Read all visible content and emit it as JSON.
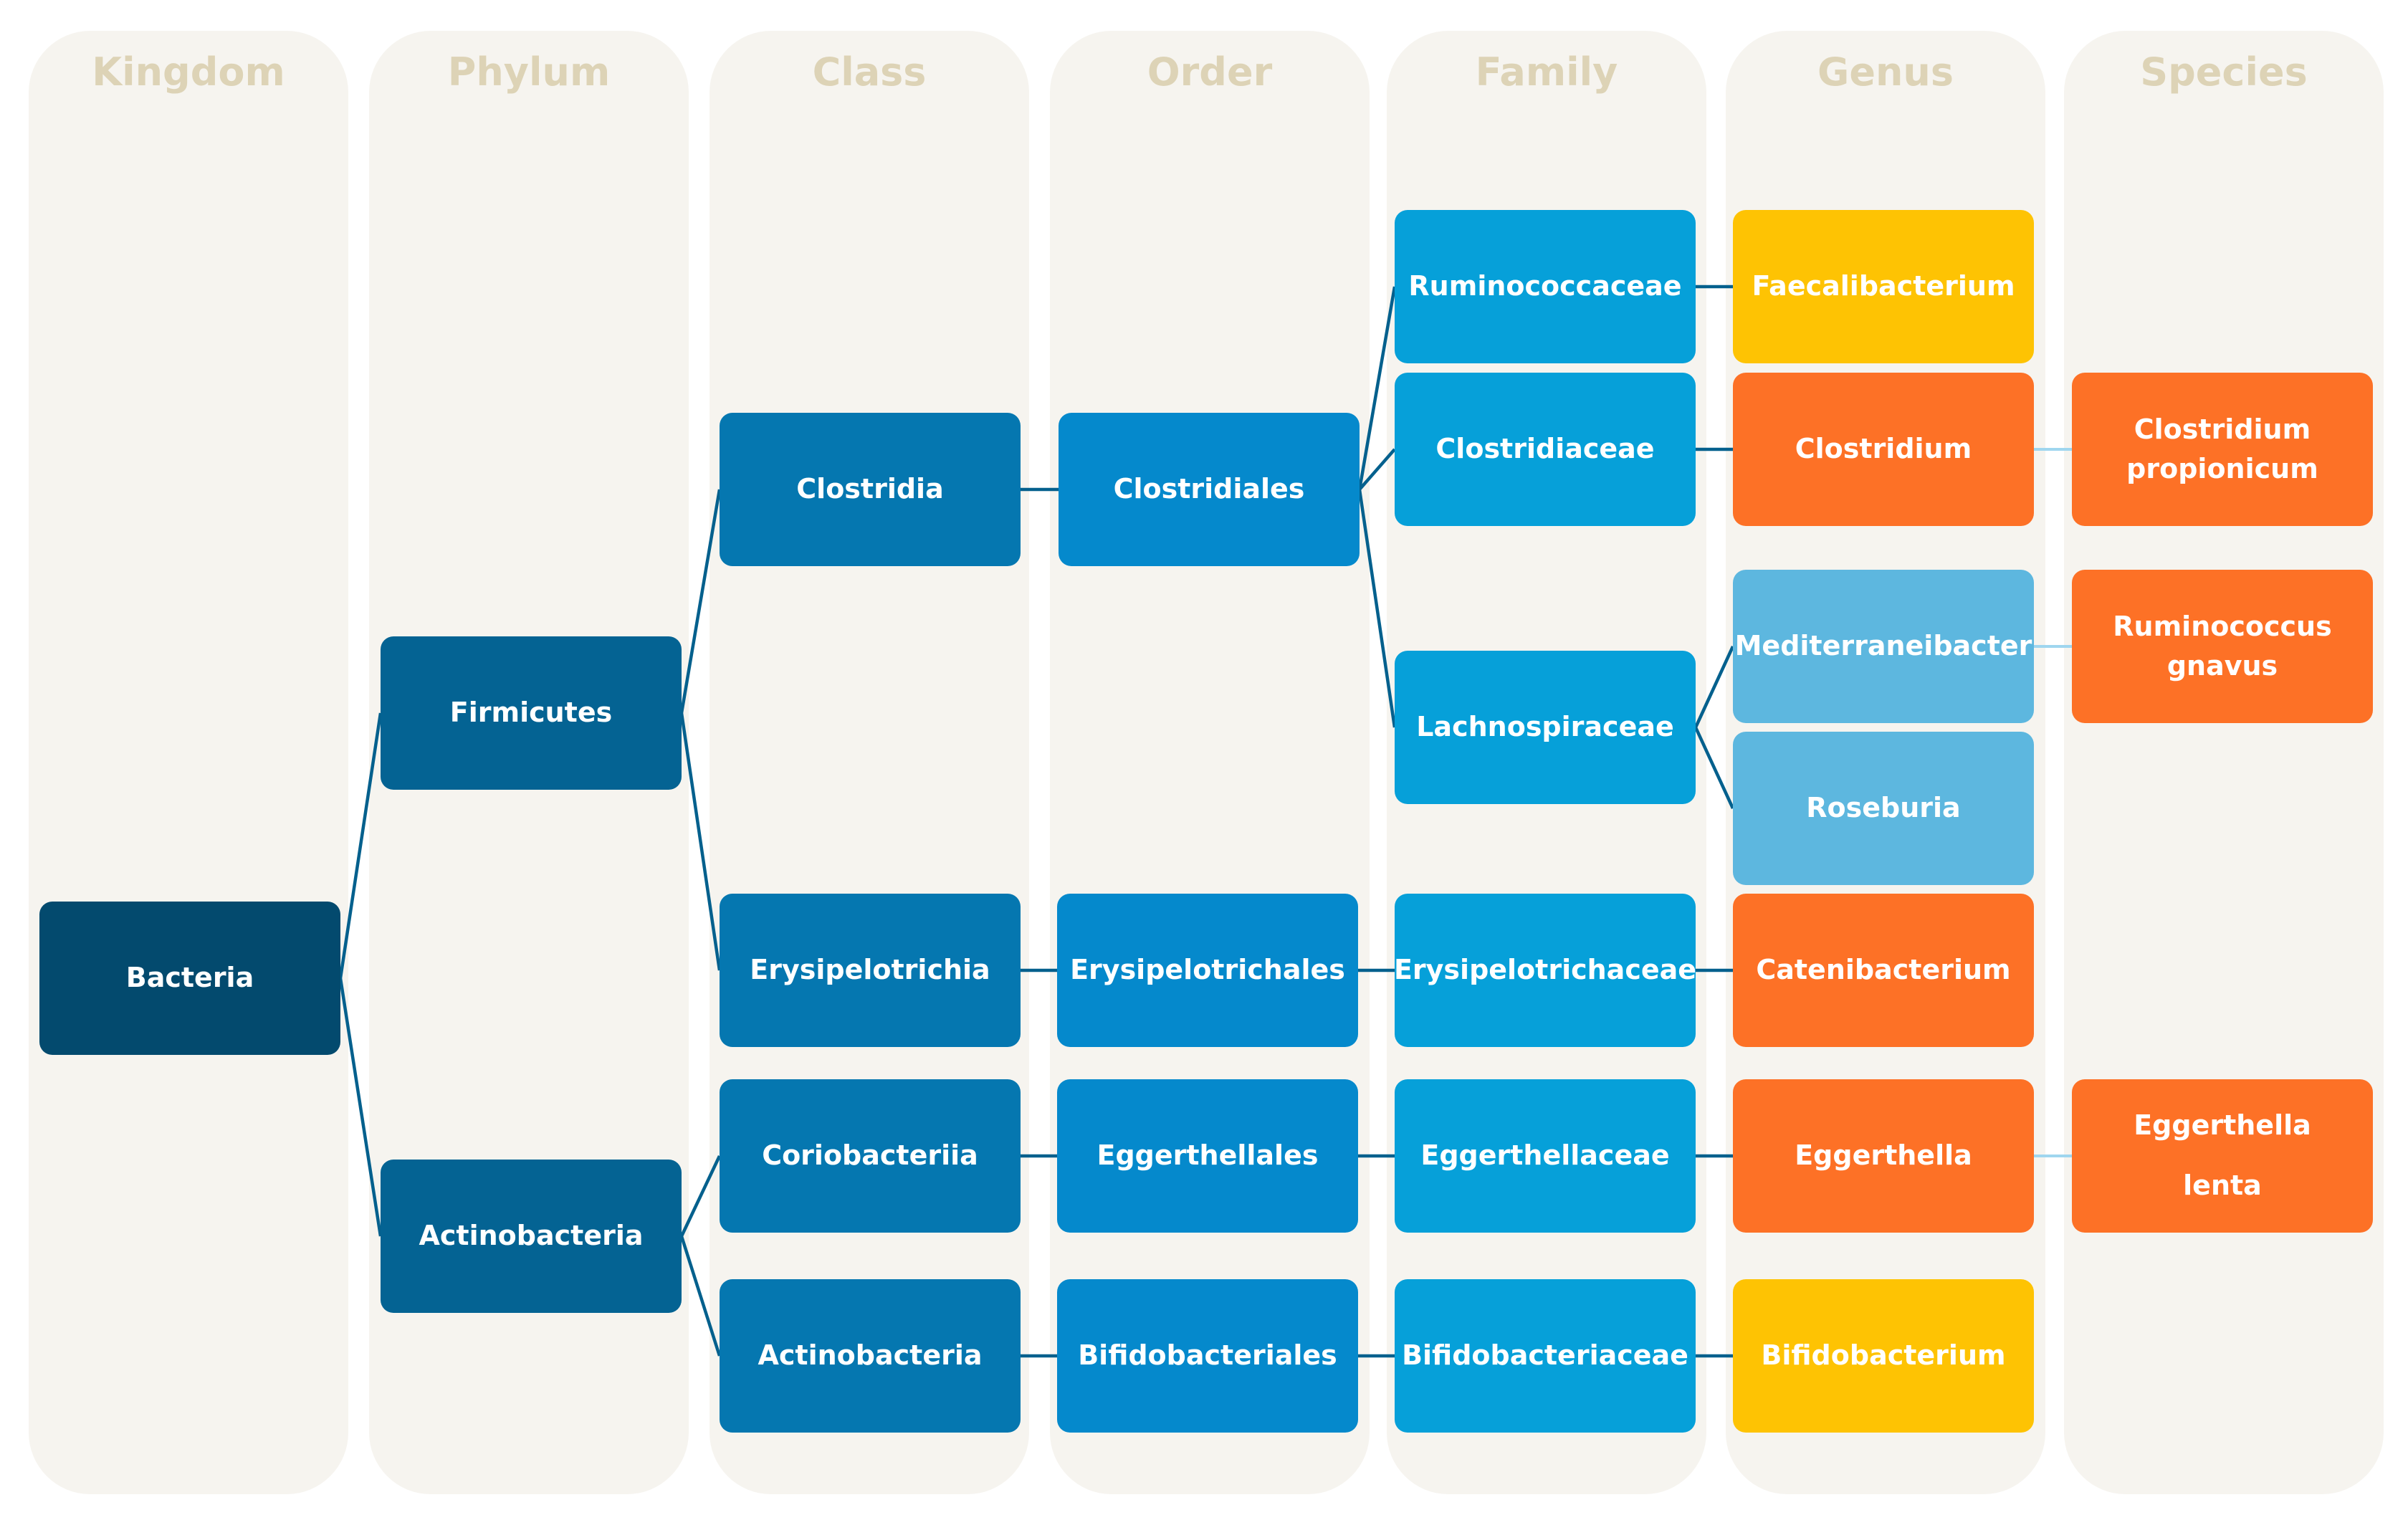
{
  "columns": {
    "kingdom": "Kingdom",
    "phylum": "Phylum",
    "class": "Class",
    "order": "Order",
    "family": "Family",
    "genus": "Genus",
    "species": "Species"
  },
  "colors": {
    "kingdom": "#034a6e",
    "phylum": "#046393",
    "class": "#0577b0",
    "order": "#0589cc",
    "family": "#06a0d9",
    "genus_light_blue": "#5db7df",
    "genus_orange": "#fd7126",
    "genus_yellow": "#fec303",
    "species_orange": "#fd7126",
    "link_dark": "#04608d",
    "link_light": "#9fd6ef",
    "column_bg": "#f6f4ef",
    "column_header": "#ddd3b6"
  },
  "nodes": {
    "bacteria": "Bacteria",
    "firmicutes": "Firmicutes",
    "actinobacteria_phylum": "Actinobacteria",
    "clostridia": "Clostridia",
    "erysipelotrichia": "Erysipelotrichia",
    "coriobacteriia": "Coriobacteriia",
    "actinobacteria_class": "Actinobacteria",
    "clostridiales": "Clostridiales",
    "erysipelotrichales": "Erysipelotrichales",
    "eggerthellales": "Eggerthellales",
    "bifidobacteriales": "Bifidobacteriales",
    "ruminococcaceae": "Ruminococcaceae",
    "clostridiaceae": "Clostridiaceae",
    "lachnospiraceae": "Lachnospiraceae",
    "erysipelotrichaceae": "Erysipelotrichaceae",
    "eggerthellaceae": "Eggerthellaceae",
    "bifidobacteriaceae": "Bifidobacteriaceae",
    "faecalibacterium": "Faecalibacterium",
    "clostridium": "Clostridium",
    "mediterraneibacter": "Mediterraneibacter",
    "roseburia": "Roseburia",
    "catenibacterium": "Catenibacterium",
    "eggerthella": "Eggerthella",
    "bifidobacterium": "Bifidobacterium",
    "clostridium_propionicum": "Clostridium\npropionicum",
    "ruminococcus_gnavus": "Ruminococcus\ngnavus",
    "eggerthella_lenta": "Eggerthella\nlenta"
  },
  "edges": [
    [
      "bacteria",
      "firmicutes"
    ],
    [
      "bacteria",
      "actinobacteria_phylum"
    ],
    [
      "firmicutes",
      "clostridia"
    ],
    [
      "firmicutes",
      "erysipelotrichia"
    ],
    [
      "actinobacteria_phylum",
      "coriobacteriia"
    ],
    [
      "actinobacteria_phylum",
      "actinobacteria_class"
    ],
    [
      "clostridia",
      "clostridiales"
    ],
    [
      "erysipelotrichia",
      "erysipelotrichales"
    ],
    [
      "coriobacteriia",
      "eggerthellales"
    ],
    [
      "actinobacteria_class",
      "bifidobacteriales"
    ],
    [
      "clostridiales",
      "ruminococcaceae"
    ],
    [
      "clostridiales",
      "clostridiaceae"
    ],
    [
      "clostridiales",
      "lachnospiraceae"
    ],
    [
      "erysipelotrichales",
      "erysipelotrichaceae"
    ],
    [
      "eggerthellales",
      "eggerthellaceae"
    ],
    [
      "bifidobacteriales",
      "bifidobacteriaceae"
    ],
    [
      "ruminococcaceae",
      "faecalibacterium"
    ],
    [
      "clostridiaceae",
      "clostridium"
    ],
    [
      "lachnospiraceae",
      "mediterraneibacter"
    ],
    [
      "lachnospiraceae",
      "roseburia"
    ],
    [
      "erysipelotrichaceae",
      "catenibacterium"
    ],
    [
      "eggerthellaceae",
      "eggerthella"
    ],
    [
      "bifidobacteriaceae",
      "bifidobacterium"
    ],
    [
      "clostridium",
      "clostridium_propionicum"
    ],
    [
      "mediterraneibacter",
      "ruminococcus_gnavus"
    ],
    [
      "eggerthella",
      "eggerthella_lenta"
    ]
  ]
}
